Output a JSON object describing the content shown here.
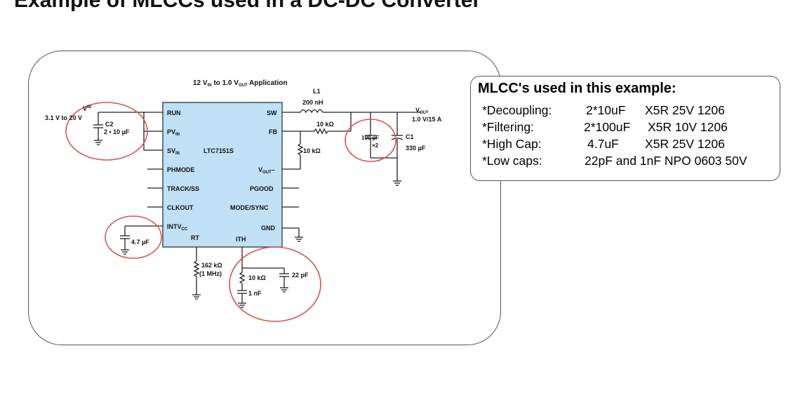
{
  "slide": {
    "title": "Example of MLCCs used in a DC-DC Converter"
  },
  "schematic": {
    "application_title": {
      "a": "12 V",
      "a_sub": "IN",
      "b": " to 1.0 V",
      "b_sub": "OUT",
      "c": " Application"
    },
    "vin_label": {
      "main": "V",
      "sub": "IN"
    },
    "vin_range": "3.1 V to 20 V",
    "c2_name": "C2",
    "c2_value": "2 • 10 µF",
    "ic_name": "LTC7151S",
    "pins_left": [
      "RUN",
      "PV",
      "SV",
      "PHMODE",
      "TRACK/SS",
      "CLKOUT",
      "INTV"
    ],
    "pins_left_subs": {
      "pv": "IN",
      "sv": "IN",
      "intv": "CC"
    },
    "pins_right": [
      "SW",
      "FB",
      "V",
      "PGOOD",
      "MODE/SYNC",
      "GND"
    ],
    "pins_right_subs": {
      "vout": "OUT"
    },
    "pins_right_vout_suffix": "–",
    "pins_bottom": [
      "RT",
      "ITH"
    ],
    "l1_name": "L1",
    "l1_value": "200 nH",
    "r_top": "10 kΩ",
    "r_bottom": "10 kΩ",
    "cout_value": "100 µF",
    "cout_mult": "×2",
    "c1_name": "C1",
    "c1_value": "330 µF",
    "vout_label": {
      "main": "V",
      "sub": "OUT"
    },
    "vout_value": "1.0 V/15 A",
    "intvcc_cap": "4.7 µF",
    "rt_value": "162 kΩ",
    "rt_freq": "(1 MHz)",
    "ith_r": "10 kΩ",
    "ith_c": "1 nF",
    "ith_cp": "22 pF",
    "highlight_color": "#d9534f",
    "ic_color": "#bfe0f5"
  },
  "info": {
    "title": "MLCC's used in this example:",
    "rows": [
      {
        "label": "*Decoupling:",
        "qty": "2*10uF",
        "spec": "X5R 25V 1206"
      },
      {
        "label": "*Filtering:",
        "qty": "2*100uF",
        "spec": "X5R 10V 1206"
      },
      {
        "label": "*High Cap:",
        "qty": "4.7uF",
        "spec": "X5R 25V 1206"
      },
      {
        "label": "*Low caps:",
        "qty": "22pF and 1nF NPO 0603 50V",
        "spec": ""
      }
    ]
  }
}
